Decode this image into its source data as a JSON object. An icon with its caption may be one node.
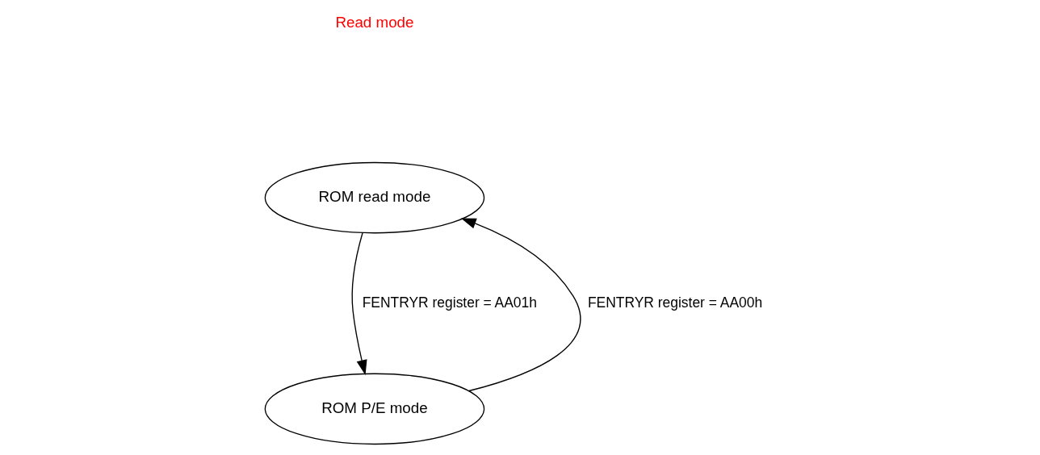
{
  "diagram": {
    "nodes": [
      {
        "text": [
          "ROM read mode"
        ]
      },
      {
        "text": [
          "ROM P/E mode"
        ]
      }
    ],
    "edges": [
      {
        "from": 1,
        "to": 0,
        "arrow": "to",
        "label": "FENTRYR register = AA00h"
      },
      {
        "from": 0,
        "to": 1,
        "arrow": "to",
        "label": "FENTRYR register = AA01h"
      }
    ],
    "labels": [
      "Read mode"
    ]
  }
}
